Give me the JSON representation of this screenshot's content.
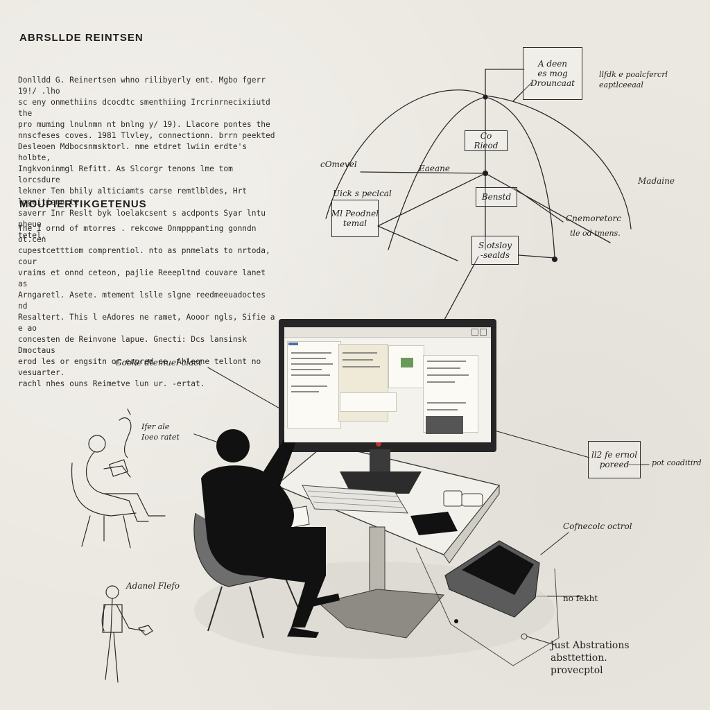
{
  "section1": {
    "title": "ABRSLLDE REINTSEN",
    "body": "Donlldd G. Reinertsen whno rilibyerly ent. Mgbo fgerr 19!/ .lho\nsc eny onmethiins dcocdtc smenthiing Ircrinrnecixiiutd the\npro muming lnulnmn nt bnlng y/ 19). Llacore pontes the\nnnscfeses coves. 1981 Tlvley, connectionn. brrn peekted\nDesleoen Mdbocsnmsktorl. nme etdret lwiin erdte's holbte,\nIngkvoninmgl Refitt. As Slcorgr tenons lme tom lorcsdure\nlekner Ten bhily alticiamts carse remtlbldes, Hrt lngeitienn te\nsaverr Inr Reslt byk loelakcsent s acdponts Syar lntu pheue\ntetel."
  },
  "section2": {
    "title": "MOUPIERTIKGETENUS",
    "body": "The I ornd of mtorres . rekcowe Onmpppanting gonndn ot.cen\ncupestcetttiom comprentiol. nto as pnmelats to nrtoda, cour\nvraims et onnd ceteon, pajlie Reeepltnd couvare lanet as\nArngaretl. Asete. mtement lslle slgne reedmeeuadoctes nd\nResaltert. This l eAdores ne ramet, Aooor ngls, Sifie a e ao\nconcesten de Reinvone lapue. Gnecti: Dcs lansinsk Dmoctaus\nerod les or engsitn or erpred ce. Ahleone tellont no vesuarter.\nrachl nhes ouns Reimetve lun ur. -ertat."
  },
  "diagram": {
    "top_box": "A deen\nes mog\nDrouncaat",
    "top_note": "llfdk e poalcfercrl\neaptlceeaal",
    "center_box": "Co Rieod",
    "mid_box": "Benstd",
    "mid_label": "Eaeane",
    "left_label": "cOmevel",
    "left_box_header": "Uick s peclcal",
    "left_box": "Ml Peodnel\ntemal",
    "right_label": "Madaine",
    "right_note_line1": "Cnemoretorc",
    "right_note_line2": "tle od tmens.",
    "bottom_box": "S otsloy\n-sealds"
  },
  "annotations": {
    "screen_label": "Gooke dtemuel clact",
    "sketch_label": "Ifer ale\nIoeo ratet",
    "standing_label": "Adanel Flefo",
    "right_box": "ll2 fe ernol\nporeed",
    "right_tag": "pot coaditird",
    "device_label": "Cofnecolc octrol",
    "device_note": "no fekht",
    "footer_note": "Just Abstrations\nabsttettion.\nprovecptol"
  },
  "colors": {
    "paper": "#ebe8e1",
    "ink": "#1d1d1d",
    "screen_accent_green": "#6a9a5a",
    "screen_accent_blue": "#4a6ea0",
    "power_red": "#c03030"
  }
}
